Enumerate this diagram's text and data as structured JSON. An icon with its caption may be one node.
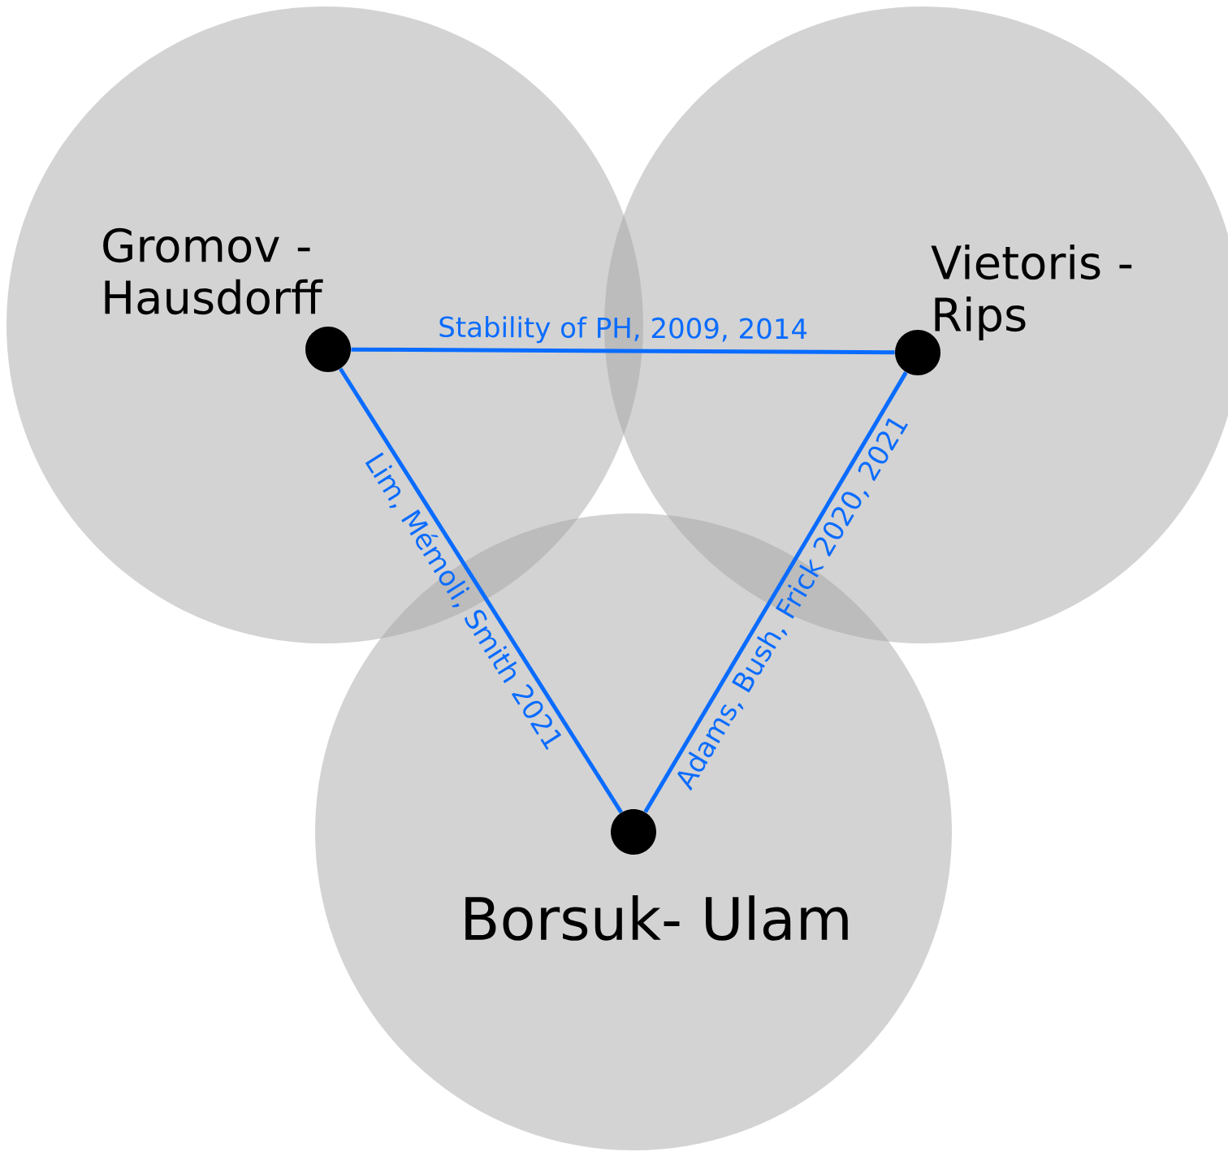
{
  "diagram": {
    "nodes": [
      {
        "text": [
          "Gromov -Hausdorff"
        ]
      },
      {
        "text": [],
        "shape": "circle",
        "in": 0
      },
      {
        "text": [
          "Vietoris - Rips"
        ]
      },
      {
        "text": [],
        "shape": "circle",
        "in": 2
      },
      {
        "text": [
          "Borsuk- Ulam"
        ]
      },
      {
        "text": [],
        "shape": "circle",
        "in": 4
      }
    ],
    "edges": [
      {
        "from": 1,
        "to": 3,
        "arrow": "none",
        "label": "Stability of PH, 2009, 2014"
      },
      {
        "from": 1,
        "to": 5,
        "arrow": "none",
        "label": "Lim, Mémoli, Smith 2021"
      },
      {
        "from": 5,
        "to": 3,
        "arrow": "none",
        "label": "Adams, Bush, Frick 2020, 2021"
      }
    ]
  }
}
